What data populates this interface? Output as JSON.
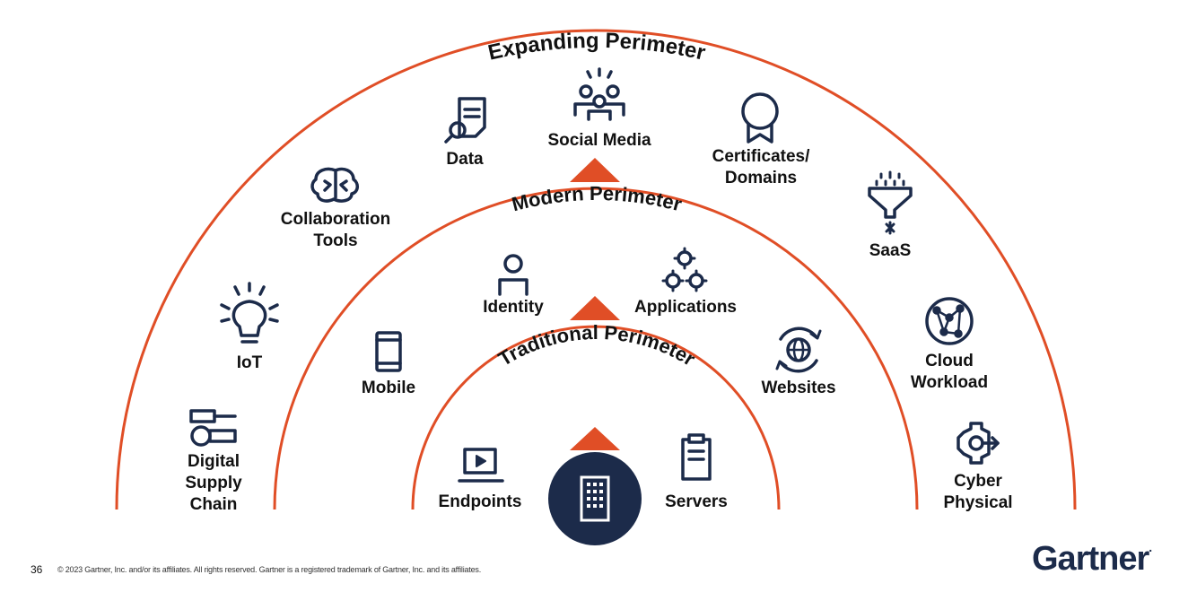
{
  "perimeters": {
    "expanding": "Expanding Perimeter",
    "modern": "Modern Perimeter",
    "traditional": "Traditional Perimeter"
  },
  "items": {
    "data": "Data",
    "social_media": "Social Media",
    "certificates": [
      "Certificates/",
      "Domains"
    ],
    "collaboration": [
      "Collaboration",
      "Tools"
    ],
    "saas": "SaaS",
    "iot": "IoT",
    "cloud_workload": [
      "Cloud",
      "Workload"
    ],
    "digital_supply_chain": [
      "Digital",
      "Supply",
      "Chain"
    ],
    "cyber_physical": [
      "Cyber",
      "Physical"
    ],
    "identity": "Identity",
    "applications": "Applications",
    "mobile": "Mobile",
    "websites": "Websites",
    "endpoints": "Endpoints",
    "servers": "Servers"
  },
  "footer": {
    "page_number": "36",
    "copyright": "© 2023 Gartner, Inc. and/or its affiliates. All rights reserved. Gartner is a registered trademark of Gartner, Inc. and its affiliates.",
    "logo": "Gartner"
  },
  "colors": {
    "arc": "#e04e26",
    "icon": "#1c2b4a",
    "text": "#111111"
  }
}
